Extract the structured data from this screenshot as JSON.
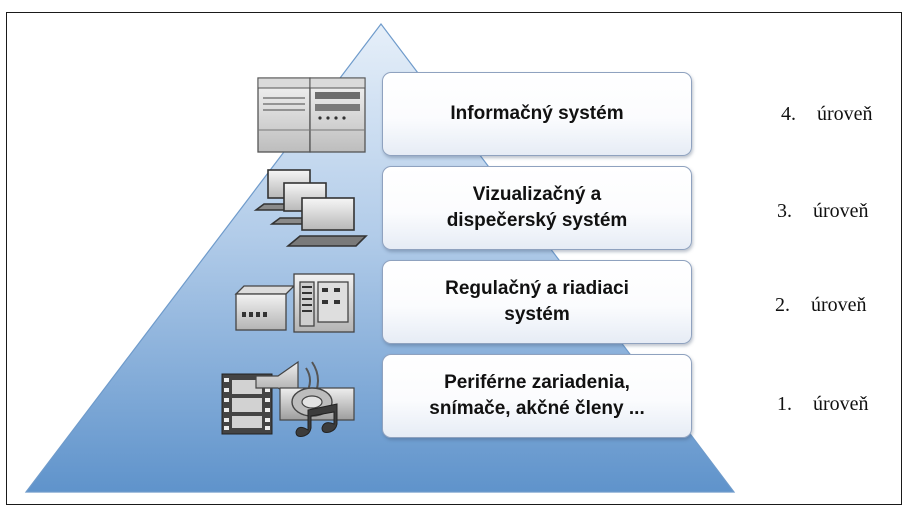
{
  "levels": [
    {
      "number": "4.",
      "word": "úroveň",
      "label": "Informačný systém",
      "icon": "server-icon"
    },
    {
      "number": "3.",
      "word": "úroveň",
      "label": "Vizualizačný a\ndispečerský systém",
      "icon": "workstations-icon"
    },
    {
      "number": "2.",
      "word": "úroveň",
      "label": "Regulačný a riadiaci\nsystém",
      "icon": "controller-icon"
    },
    {
      "number": "1.",
      "word": "úroveň",
      "label": "Periférne zariadenia,\nsnímače, akčné členy ...",
      "icon": "peripherals-icon"
    }
  ],
  "colors": {
    "pyramid_light": "#dbe8f6",
    "pyramid_dark": "#5c8fc8",
    "box_border": "#8fa2bf"
  }
}
